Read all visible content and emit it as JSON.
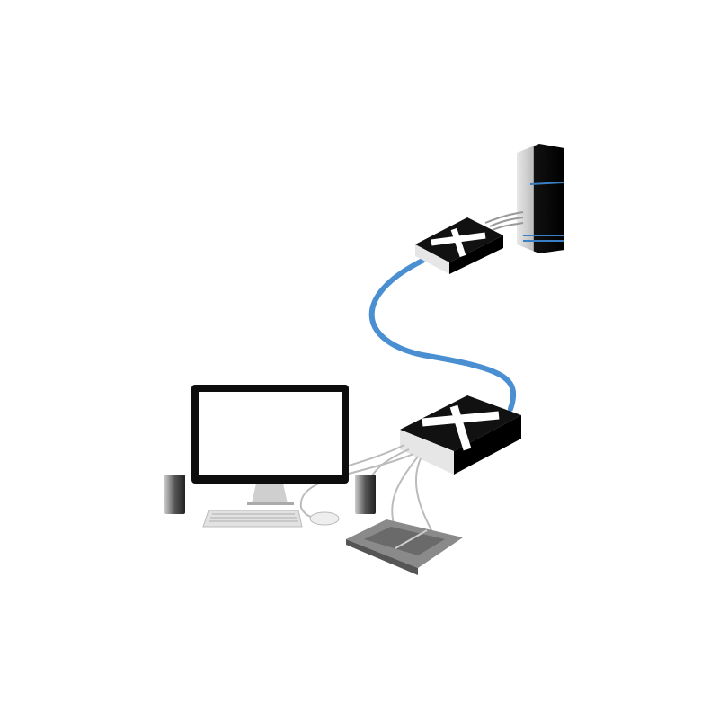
{
  "diagram": {
    "components": [
      "tower-pc",
      "transmitter-unit",
      "receiver-unit",
      "monitor",
      "speaker-left",
      "speaker-right",
      "keyboard",
      "mouse",
      "graphics-tablet"
    ],
    "colors": {
      "cable": "#4a8fd1",
      "device_body": "#111111",
      "device_face": "#e6e6e6",
      "accent": "#3a7fc4"
    }
  }
}
